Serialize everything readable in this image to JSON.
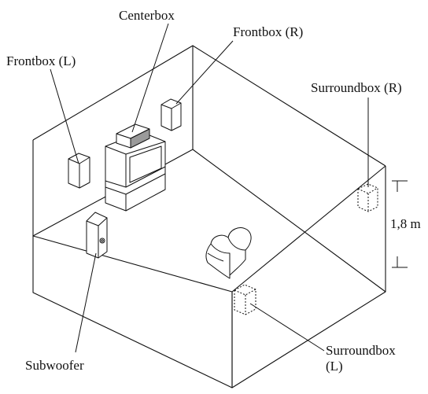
{
  "labels": {
    "centerbox": "Centerbox",
    "frontbox_r": "Frontbox (R)",
    "frontbox_l": "Frontbox (L)",
    "surroundbox_r": "Surroundbox (R)",
    "height_dimension": "1,8 m",
    "subwoofer": "Subwoofer",
    "surroundbox_l_line1": "Surroundbox",
    "surroundbox_l_line2": "(L)"
  },
  "colors": {
    "line": "#111111",
    "speaker_face": "#ffffff",
    "centerbox_front": "#9a9a9a"
  }
}
